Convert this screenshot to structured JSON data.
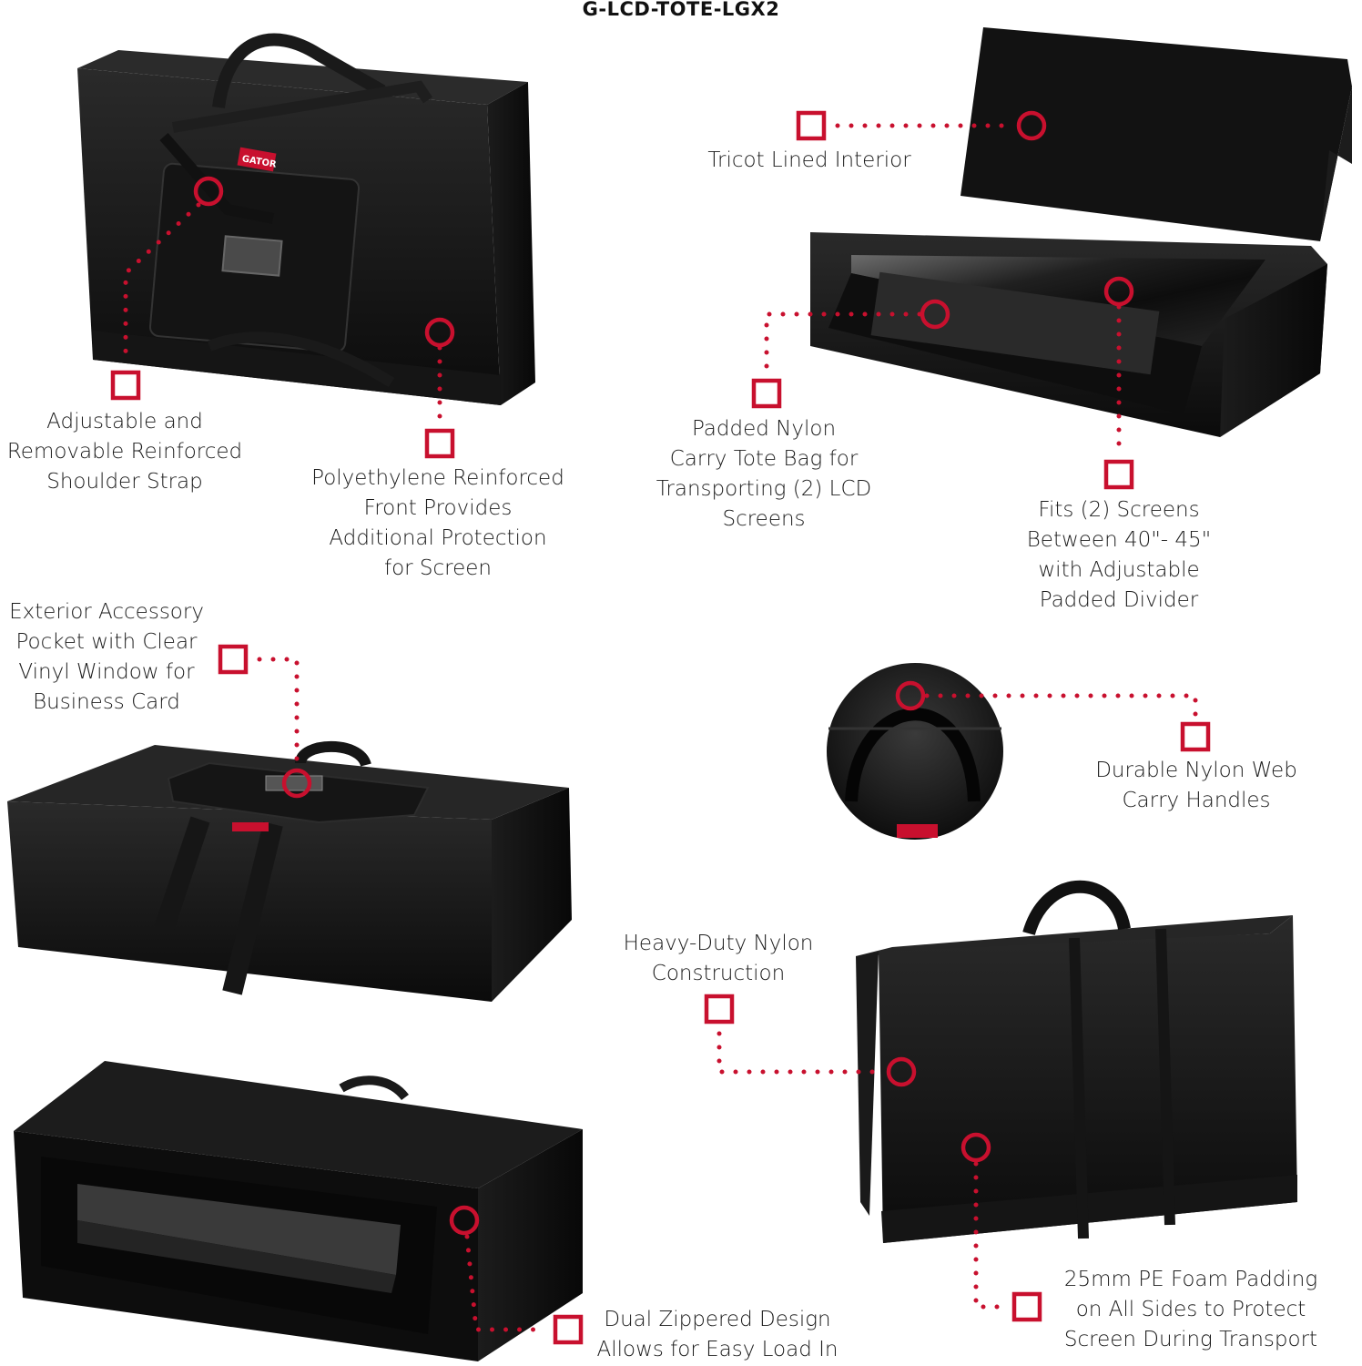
{
  "product_code": "G-LCD-TOTE-LGX2",
  "accent_color": "#c8102e",
  "brand_logo_text": "GATOR",
  "features": {
    "shoulder_strap": [
      "Adjustable and",
      "Removable Reinforced",
      "Shoulder Strap"
    ],
    "poly_front": [
      "Polyethylene Reinforced",
      "Front Provides",
      "Additional Protection",
      "for Screen"
    ],
    "tricot": [
      "Tricot Lined Interior"
    ],
    "padded_nylon": [
      "Padded Nylon",
      "Carry Tote Bag for",
      "Transporting (2) LCD",
      "Screens"
    ],
    "fits_screens": [
      "Fits (2) Screens",
      "Between 40\"- 45\"",
      "with Adjustable",
      "Padded Divider"
    ],
    "accessory_pocket": [
      "Exterior Accessory",
      "Pocket with Clear",
      "Vinyl Window for",
      "Business Card"
    ],
    "web_handles": [
      "Durable Nylon Web",
      "Carry Handles"
    ],
    "heavy_duty": [
      "Heavy-Duty Nylon",
      "Construction"
    ],
    "zippered": [
      "Dual Zippered Design",
      "Allows for Easy Load In"
    ],
    "foam_padding": [
      "25mm PE Foam Padding",
      "on All Sides to Protect",
      "Screen During Transport"
    ]
  }
}
